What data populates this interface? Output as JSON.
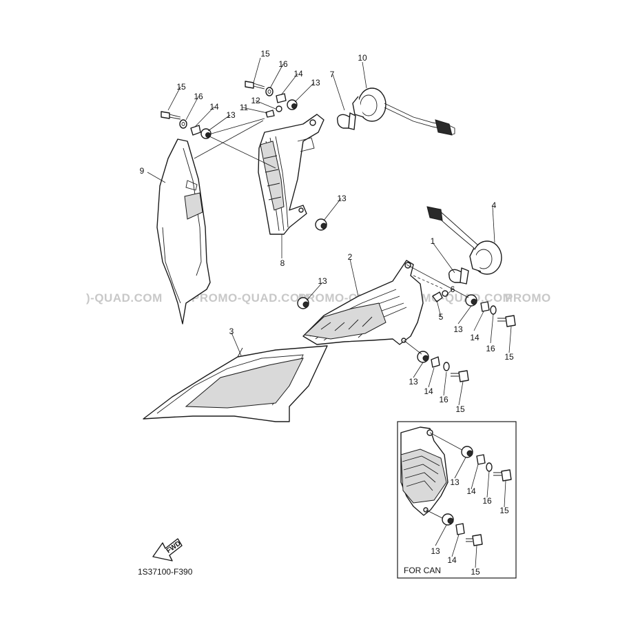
{
  "diagram": {
    "part_code": "1S37100-F390",
    "inset_caption": "FOR CAN",
    "fwd_label": "FWD",
    "watermark_segments": [
      ")-QUAD.COM",
      "PROMO-QUAD.COM",
      "PROMO-QUAD.COM",
      "PROMO-QUAD.COM",
      "PROMO"
    ],
    "callouts": {
      "c1": "1",
      "c2": "2",
      "c3": "3",
      "c4": "4",
      "c5": "5",
      "c6": "6",
      "c7": "7",
      "c8": "8",
      "c9": "9",
      "c10": "10",
      "c11": "11",
      "c12": "12",
      "c13a": "13",
      "c13b": "13",
      "c13c": "13",
      "c13d": "13",
      "c13e": "13",
      "c13f": "13",
      "c13g": "13",
      "c13h": "13",
      "c14a": "14",
      "c14b": "14",
      "c14c": "14",
      "c14d": "14",
      "c14e": "14",
      "c14f": "14",
      "c15a": "15",
      "c15b": "15",
      "c15c": "15",
      "c15d": "15",
      "c15e": "15",
      "c15f": "15",
      "c16a": "16",
      "c16b": "16",
      "c16c": "16",
      "c16d": "16",
      "c16e": "16"
    }
  }
}
